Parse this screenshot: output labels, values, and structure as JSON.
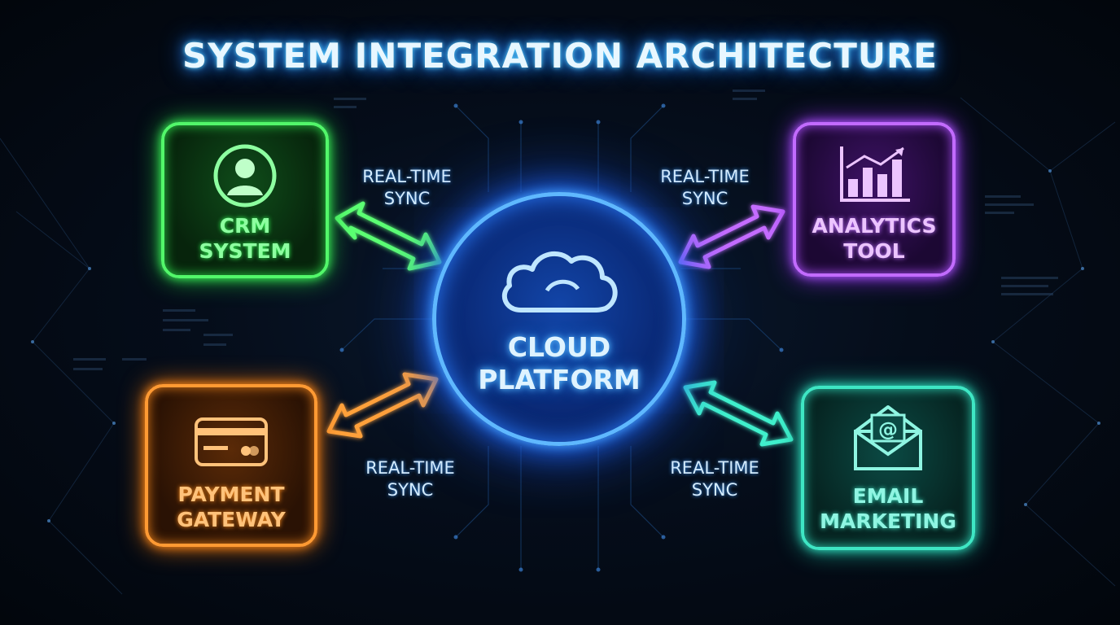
{
  "title": "SYSTEM INTEGRATION ARCHITECTURE",
  "hub": {
    "label_line1": "CLOUD",
    "label_line2": "PLATFORM",
    "icon": "cloud-icon",
    "color": "#5fb8ff"
  },
  "nodes": {
    "crm": {
      "line1": "CRM",
      "line2": "SYSTEM",
      "icon": "user-icon",
      "color": "#52f76a"
    },
    "analytics": {
      "line1": "ANALYTICS",
      "line2": "TOOL",
      "icon": "bar-chart-icon",
      "color": "#c26bff"
    },
    "payment": {
      "line1": "PAYMENT",
      "line2": "GATEWAY",
      "icon": "credit-card-icon",
      "color": "#ff9a33"
    },
    "email": {
      "line1": "EMAIL",
      "line2": "MARKETING",
      "icon": "envelope-at-icon",
      "color": "#3ee6c4"
    }
  },
  "connections": {
    "crm": {
      "line1": "REAL-TIME",
      "line2": "SYNC"
    },
    "analytics": {
      "line1": "REAL-TIME",
      "line2": "SYNC"
    },
    "payment": {
      "line1": "REAL-TIME",
      "line2": "SYNC"
    },
    "email": {
      "line1": "REAL-TIME",
      "line2": "SYNC"
    }
  }
}
